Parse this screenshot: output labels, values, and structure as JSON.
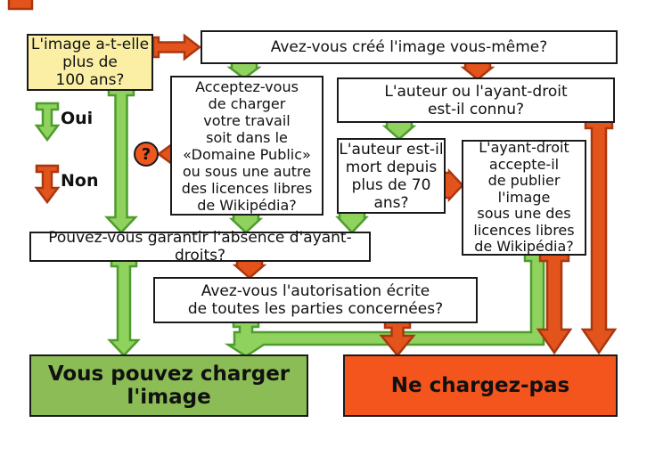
{
  "legend": {
    "oui": "Oui",
    "non": "Non"
  },
  "question_mark": "?",
  "nodes": {
    "start": {
      "lines": [
        "L'image a-t-elle",
        "plus de",
        "100 ans?"
      ]
    },
    "cree": {
      "text": "Avez-vous créé l'image vous-même?"
    },
    "acceptez": {
      "lines": [
        "Acceptez-vous",
        "de charger",
        "votre travail",
        "soit dans le",
        "«Domaine Public»",
        "ou sous une autre",
        "des licences libres",
        "de Wikipédia?"
      ]
    },
    "connu": {
      "lines": [
        "L'auteur ou l'ayant-droit",
        "est-il connu?"
      ]
    },
    "auteur_mort": {
      "lines": [
        "L'auteur est-il",
        "mort depuis",
        "plus de 70",
        "ans?"
      ]
    },
    "ayant_droit": {
      "lines": [
        "L'ayant-droit",
        "accepte-il",
        "de publier",
        "l'image",
        "sous une des",
        "licences libres",
        "de Wikipédia?"
      ]
    },
    "garantir": {
      "text": "Pouvez-vous garantir l'absence d'ayant-droits?"
    },
    "autorisation": {
      "lines": [
        "Avez-vous l'autorisation écrite",
        "de toutes les parties concernées?"
      ]
    },
    "ok": {
      "text": "Vous pouvez charger l'image"
    },
    "stop": {
      "text": "Ne chargez-pas"
    }
  },
  "colors": {
    "oui_arrow_fill": "#8FD25E",
    "oui_arrow_border": "#4E9C2D",
    "non_arrow_fill": "#E3531C",
    "non_arrow_border": "#A93710",
    "start_box_bg": "#FBEFA6",
    "ok_box_bg": "#8CBC55",
    "stop_box_bg": "#F4551D",
    "question_circle_bg": "#F0571F"
  }
}
